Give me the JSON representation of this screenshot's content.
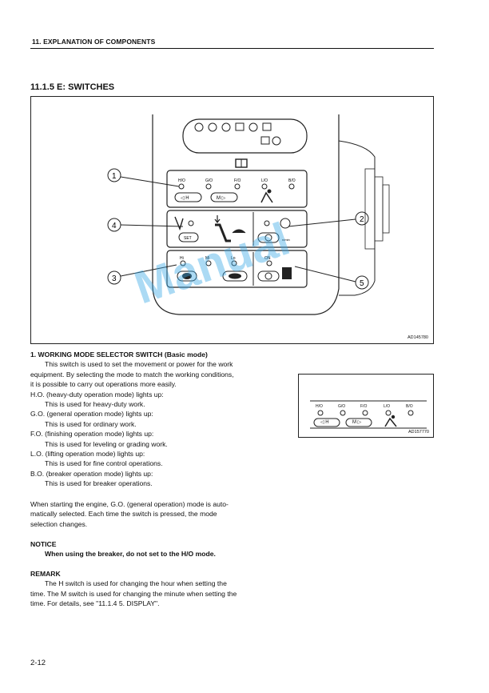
{
  "header": {
    "chapter_title": "11. EXPLANATION OF COMPONENTS"
  },
  "section_title": "11.1.5 E: SWITCHES",
  "figure": {
    "code": "AD145780",
    "callouts": [
      "1",
      "2",
      "3",
      "4",
      "5"
    ],
    "mode_labels": [
      "H/O",
      "G/O",
      "F/O",
      "L/O",
      "B/O"
    ],
    "mode_buttons": {
      "h": "◁ H",
      "m": "M ▷"
    },
    "set_label": "SET",
    "rpm_label": "n/min",
    "speed_labels": [
      "Hi",
      "Mi",
      "Lo"
    ],
    "on_label": "ON"
  },
  "inset": {
    "code": "AD157770",
    "mode_labels": [
      "H/O",
      "G/O",
      "F/O",
      "L/O",
      "B/O"
    ],
    "buttons": {
      "h": "◁ H",
      "m": "M ▷"
    }
  },
  "watermark": "Manual",
  "item1": {
    "title": "1.  WORKING MODE SELECTOR SWITCH (Basic mode)",
    "lines": [
      "This switch is used to set the movement or power for the work",
      "equipment. By selecting the mode to match the working conditions,",
      "it is possible to carry out operations more easily."
    ],
    "modes": [
      {
        "label": "H.O. (heavy-duty operation mode) lights up:",
        "desc": "This is used for heavy-duty work."
      },
      {
        "label": "G.O. (general operation mode) lights up:",
        "desc": "This is used for ordinary work."
      },
      {
        "label": "F.O. (finishing operation mode) lights up:",
        "desc": "This is used for leveling or grading work."
      },
      {
        "label": "L.O. (lifting operation mode) lights up:",
        "desc": "This is used for fine control operations."
      },
      {
        "label": "B.O. (breaker operation mode) lights up:",
        "desc": "This is used for breaker operations."
      }
    ]
  },
  "startup_para": [
    "When starting the engine, G.O. (general operation) mode is auto-",
    "matically selected. Each time the switch is pressed, the mode",
    "selection changes."
  ],
  "notice": {
    "title": "NOTICE",
    "text": "When using the breaker, do not set to the H/O mode."
  },
  "remark": {
    "title": "REMARK",
    "lines": [
      "The H switch is used for changing the hour when setting the",
      "time. The M switch is used for changing the minute when setting the",
      "time. For details, see \"11.1.4  5. DISPLAY\"."
    ]
  },
  "footer": {
    "page": "2-12"
  }
}
